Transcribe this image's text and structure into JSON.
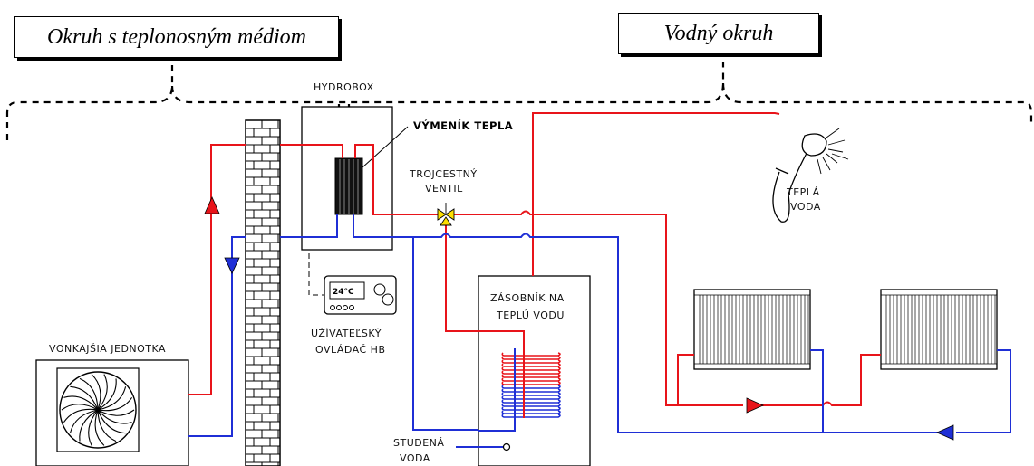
{
  "titles": {
    "left": "Okruh s teplonosným médiom",
    "right": "Vodný okruh"
  },
  "labels": {
    "hydrobox": "HYDROBOX",
    "heat_exchanger": "VÝMENÍK TEPLA",
    "valve_line1": "TROJCESTNÝ",
    "valve_line2": "VENTIL",
    "warm_water_line1": "TEPLÁ",
    "warm_water_line2": "VODA",
    "outdoor_unit": "VONKAJŠIA JEDNOTKA",
    "controller_line1": "UŽÍVATEĽSKÝ",
    "controller_line2": "OVLÁDAČ HB",
    "controller_display": "24°C",
    "tank_line1": "ZÁSOBNÍK NA",
    "tank_line2": "TEPLÚ VODU",
    "cold_water_line1": "STUDENÁ",
    "cold_water_line2": "VODA"
  },
  "colors": {
    "hot_pipe": "#e8141a",
    "cold_pipe": "#1f2fd6",
    "valve": "#ffe000",
    "line": "#000000"
  },
  "icons": [
    "fan-icon",
    "shower-icon",
    "radiator-icon",
    "three-way-valve-icon",
    "pump-arrow-icon",
    "coil-icon"
  ]
}
